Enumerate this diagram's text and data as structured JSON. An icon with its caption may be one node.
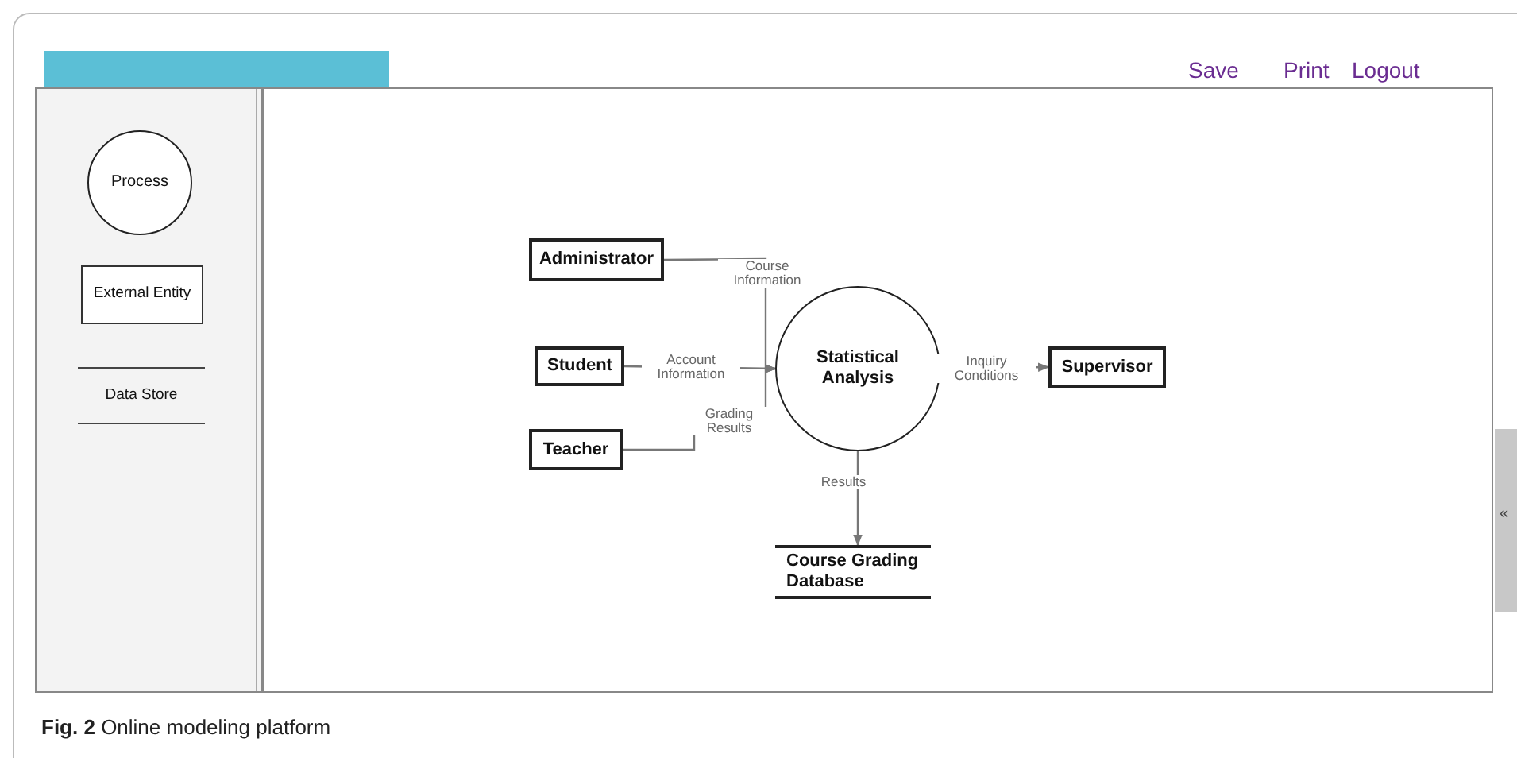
{
  "diagram": {
    "caption": "**Fig. 2** Online modeling platform",
    "nodes": [
      {
        "text": [
          "Process"
        ]
      },
      {
        "text": [
          "External Entity"
        ]
      },
      {
        "text": [
          "Data Store"
        ]
      },
      {
        "text": [
          "Administrator"
        ]
      },
      {
        "text": [
          "Student"
        ]
      },
      {
        "text": [
          "Teacher"
        ]
      },
      {
        "text": [
          "Statistical Analysis"
        ]
      },
      {
        "text": [
          "Supervisor"
        ]
      },
      {
        "text": [
          "Course Grading Database"
        ]
      }
    ],
    "edges": [
      {
        "from": 3,
        "to": 6,
        "arrow": "to",
        "label": "Course Information"
      },
      {
        "from": 4,
        "to": 6,
        "arrow": "to",
        "label": "Account Information"
      },
      {
        "from": 5,
        "to": 6,
        "arrow": "to",
        "label": "Grading Results"
      },
      {
        "from": 6,
        "to": 7,
        "arrow": "to",
        "label": "Inquiry Conditions"
      },
      {
        "from": 6,
        "to": 8,
        "arrow": "to",
        "label": "Results"
      }
    ],
    "labels": [
      "Save",
      "Print",
      "Logout",
      "«"
    ]
  }
}
